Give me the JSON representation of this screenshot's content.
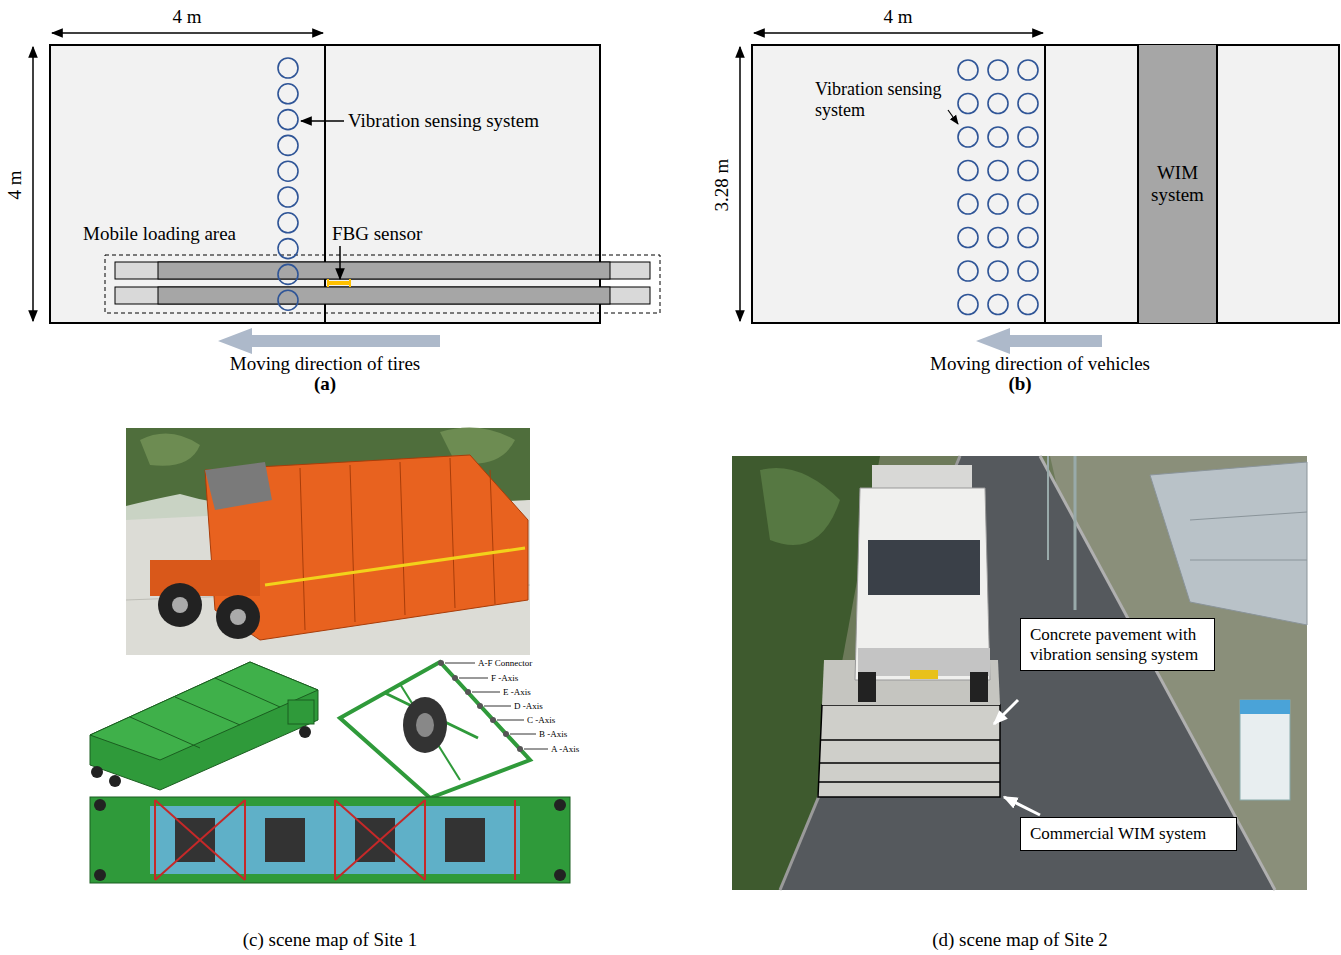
{
  "diagram": {
    "nodes": [
      {
        "text": [
          "WIM system"
        ]
      },
      {
        "text": [
          "Concrete pavement with vibration sensing system"
        ]
      },
      {
        "text": [
          "Commercial WIM system"
        ]
      }
    ],
    "labels": [
      "4 m",
      "4 m",
      "Vibration sensing system",
      "Mobile loading area",
      "FBG sensor",
      "Moving direction of tires",
      "(a)",
      "4 m",
      "3.28 m",
      "Vibration sensing system",
      "Moving direction of vehicles",
      "(b)",
      "A-F Connector",
      "F -Axis",
      "E -Axis",
      "D -Axis",
      "C -Axis",
      "B -Axis",
      "A -Axis",
      "(c) scene map of Site 1",
      "(d) scene map of Site 2"
    ]
  }
}
